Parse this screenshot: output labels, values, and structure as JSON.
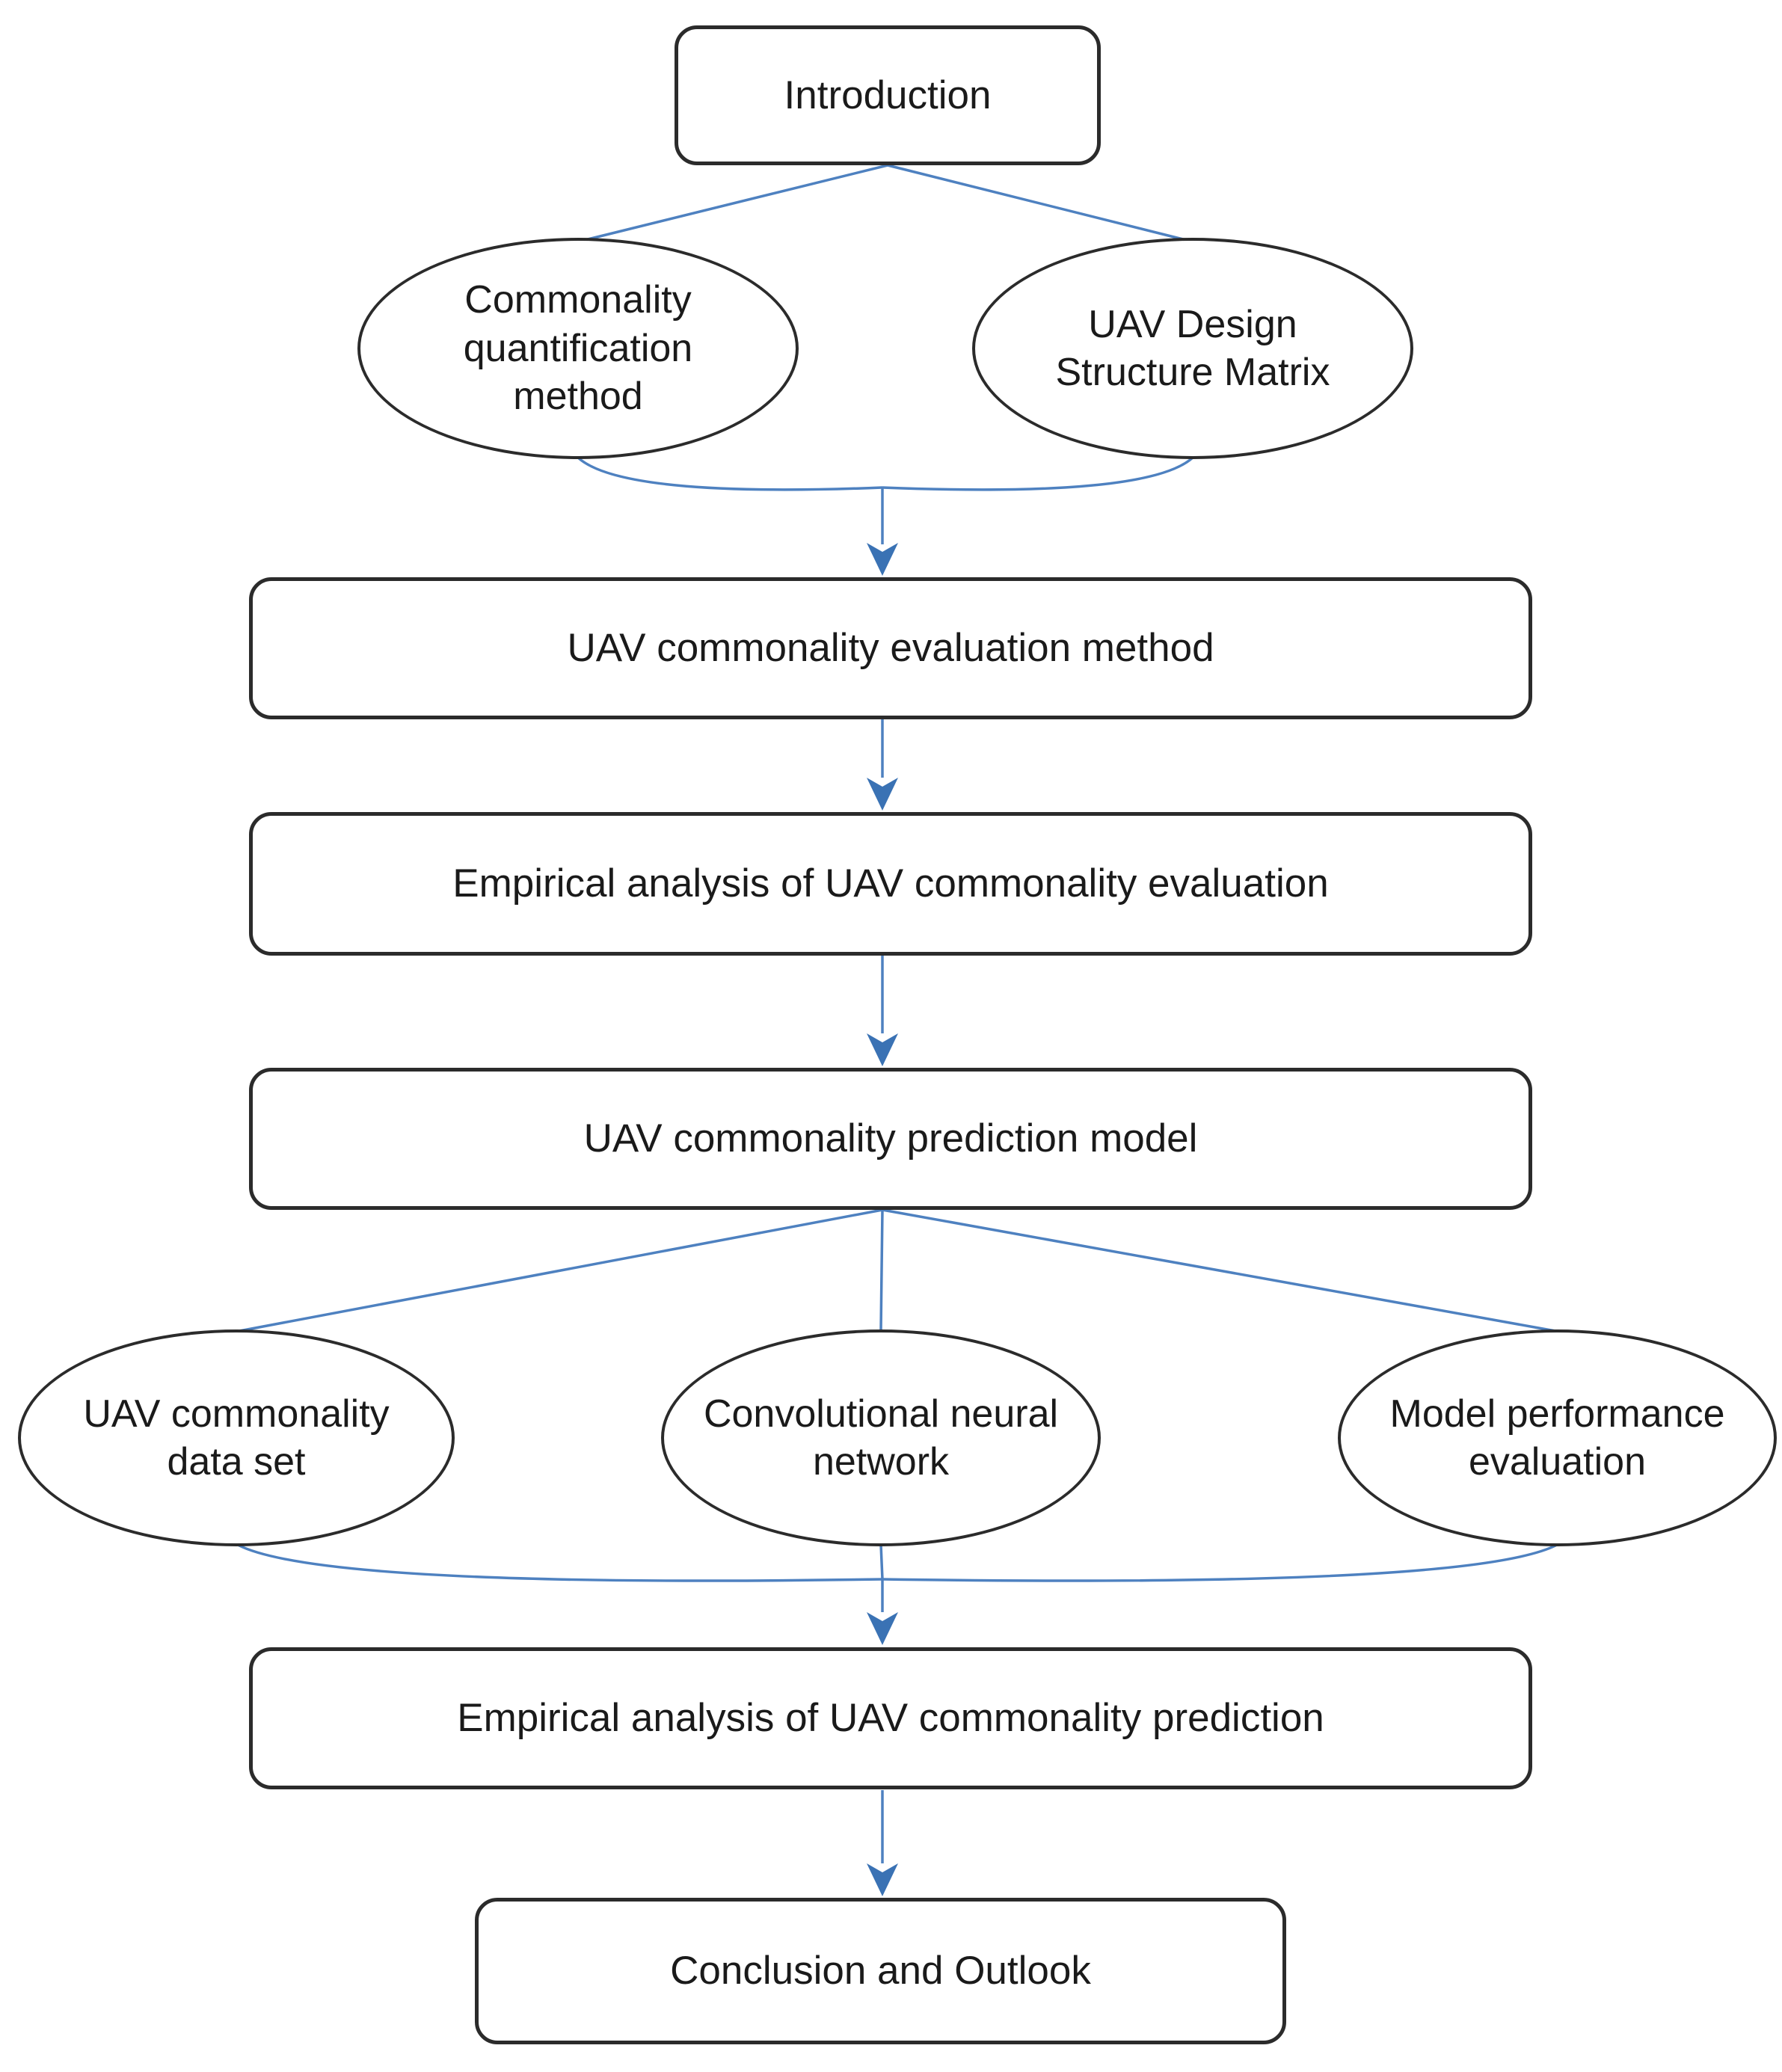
{
  "diagram": {
    "type": "flowchart",
    "colors": {
      "background": "#ffffff",
      "shape_fill": "#ffffff",
      "shape_border": "#2b2b2b",
      "connector": "#4e81c0",
      "arrowhead": "#3a72b4",
      "text": "#1a1a1a"
    },
    "nodes": [
      {
        "id": "introduction",
        "shape": "rounded-rectangle",
        "label": "Introduction"
      },
      {
        "id": "commonality-quantification-method",
        "shape": "ellipse",
        "label": "Commonality\nquantification\nmethod"
      },
      {
        "id": "uav-design-structure-matrix",
        "shape": "ellipse",
        "label": "UAV Design\nStructure Matrix"
      },
      {
        "id": "uav-commonality-evaluation-method",
        "shape": "rounded-rectangle",
        "label": "UAV commonality evaluation method"
      },
      {
        "id": "empirical-analysis-evaluation",
        "shape": "rounded-rectangle",
        "label": "Empirical analysis of UAV commonality evaluation"
      },
      {
        "id": "uav-commonality-prediction-model",
        "shape": "rounded-rectangle",
        "label": "UAV commonality prediction model"
      },
      {
        "id": "uav-commonality-data-set",
        "shape": "ellipse",
        "label": "UAV commonality\ndata set"
      },
      {
        "id": "convolutional-neural-network",
        "shape": "ellipse",
        "label": "Convolutional neural\nnetwork"
      },
      {
        "id": "model-performance-evaluation",
        "shape": "ellipse",
        "label": "Model performance\nevaluation"
      },
      {
        "id": "empirical-analysis-prediction",
        "shape": "rounded-rectangle",
        "label": "Empirical analysis of UAV commonality prediction"
      },
      {
        "id": "conclusion-and-outlook",
        "shape": "rounded-rectangle",
        "label": "Conclusion and Outlook"
      }
    ],
    "edges": [
      {
        "from": "introduction",
        "to": "commonality-quantification-method",
        "arrow": false
      },
      {
        "from": "introduction",
        "to": "uav-design-structure-matrix",
        "arrow": false
      },
      {
        "from": "commonality-quantification-method",
        "to": "uav-commonality-evaluation-method",
        "arrow": true
      },
      {
        "from": "uav-design-structure-matrix",
        "to": "uav-commonality-evaluation-method",
        "arrow": true
      },
      {
        "from": "uav-commonality-evaluation-method",
        "to": "empirical-analysis-evaluation",
        "arrow": true
      },
      {
        "from": "empirical-analysis-evaluation",
        "to": "uav-commonality-prediction-model",
        "arrow": true
      },
      {
        "from": "uav-commonality-prediction-model",
        "to": "uav-commonality-data-set",
        "arrow": false
      },
      {
        "from": "uav-commonality-prediction-model",
        "to": "convolutional-neural-network",
        "arrow": false
      },
      {
        "from": "uav-commonality-prediction-model",
        "to": "model-performance-evaluation",
        "arrow": false
      },
      {
        "from": "uav-commonality-data-set",
        "to": "empirical-analysis-prediction",
        "arrow": true
      },
      {
        "from": "convolutional-neural-network",
        "to": "empirical-analysis-prediction",
        "arrow": true
      },
      {
        "from": "model-performance-evaluation",
        "to": "empirical-analysis-prediction",
        "arrow": true
      },
      {
        "from": "empirical-analysis-prediction",
        "to": "conclusion-and-outlook",
        "arrow": true
      }
    ]
  }
}
